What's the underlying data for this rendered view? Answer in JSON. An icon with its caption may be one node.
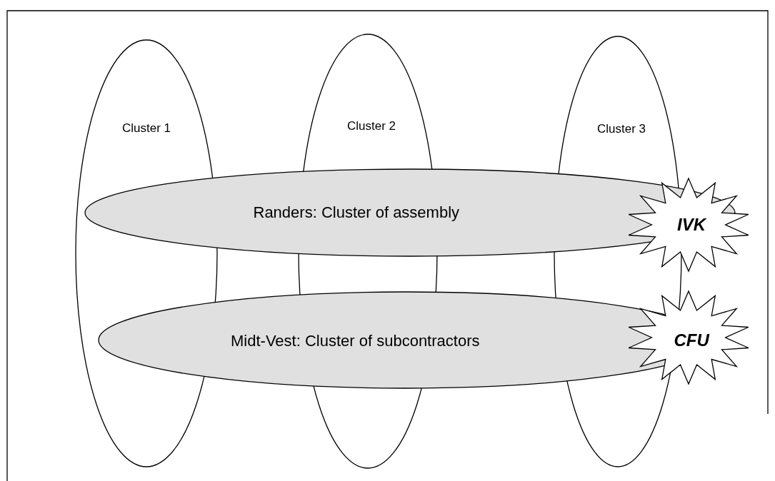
{
  "diagram": {
    "nodes": [
      {
        "text": [
          "Cluster 1"
        ]
      },
      {
        "text": [
          "Cluster 2"
        ]
      },
      {
        "text": [
          "Cluster 3"
        ]
      },
      {
        "text": [
          "Randers: Cluster of assembly"
        ]
      },
      {
        "text": [
          "Midt-Vest: Cluster of subcontractors"
        ]
      },
      {
        "text": [
          "IVK"
        ]
      },
      {
        "text": [
          "CFU"
        ]
      }
    ]
  }
}
